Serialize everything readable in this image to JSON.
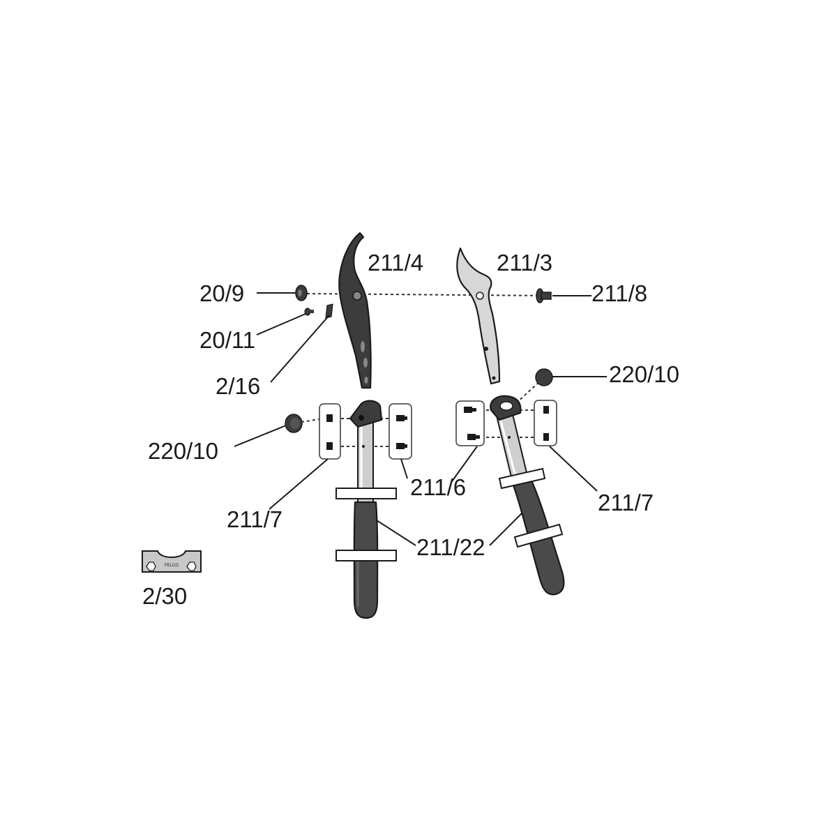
{
  "labels": {
    "anvil_blade": "211/4",
    "cutting_blade": "211/3",
    "nut": "20/9",
    "bolt": "211/8",
    "screw": "20/11",
    "washer": "2/16",
    "cap_left": "220/10",
    "cap_right": "220/10",
    "screws_left": "211/7",
    "screws_center": "211/6",
    "screws_right": "211/7",
    "handles": "211/22",
    "key": "2/30"
  },
  "key_logo_text": "FELCO",
  "colors": {
    "dark_metal": "#3c3c3c",
    "light_metal": "#d7d7d7",
    "grip": "#4a4a4a",
    "tube": "#cfcfcf",
    "ink": "#1a1a1a"
  }
}
